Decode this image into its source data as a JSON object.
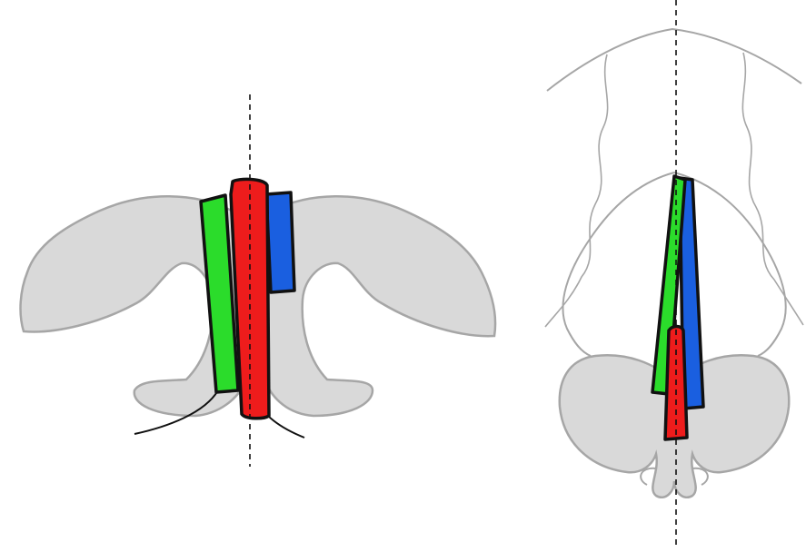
{
  "colors": {
    "background": "#ffffff",
    "tissue_fill": "#d9d9d9",
    "tissue_stroke": "#a6a6a6",
    "outline": "#111111",
    "green_graft": "#2bdc2b",
    "red_graft": "#ee1c1c",
    "blue_graft": "#1a5fe0",
    "midline": "#111111"
  },
  "panels": [
    {
      "id": "frontal-view",
      "midline": "dashed",
      "grafts": [
        "green",
        "red",
        "blue"
      ]
    },
    {
      "id": "basal-view",
      "midline": "dashed",
      "grafts": [
        "green",
        "blue",
        "red"
      ]
    }
  ]
}
